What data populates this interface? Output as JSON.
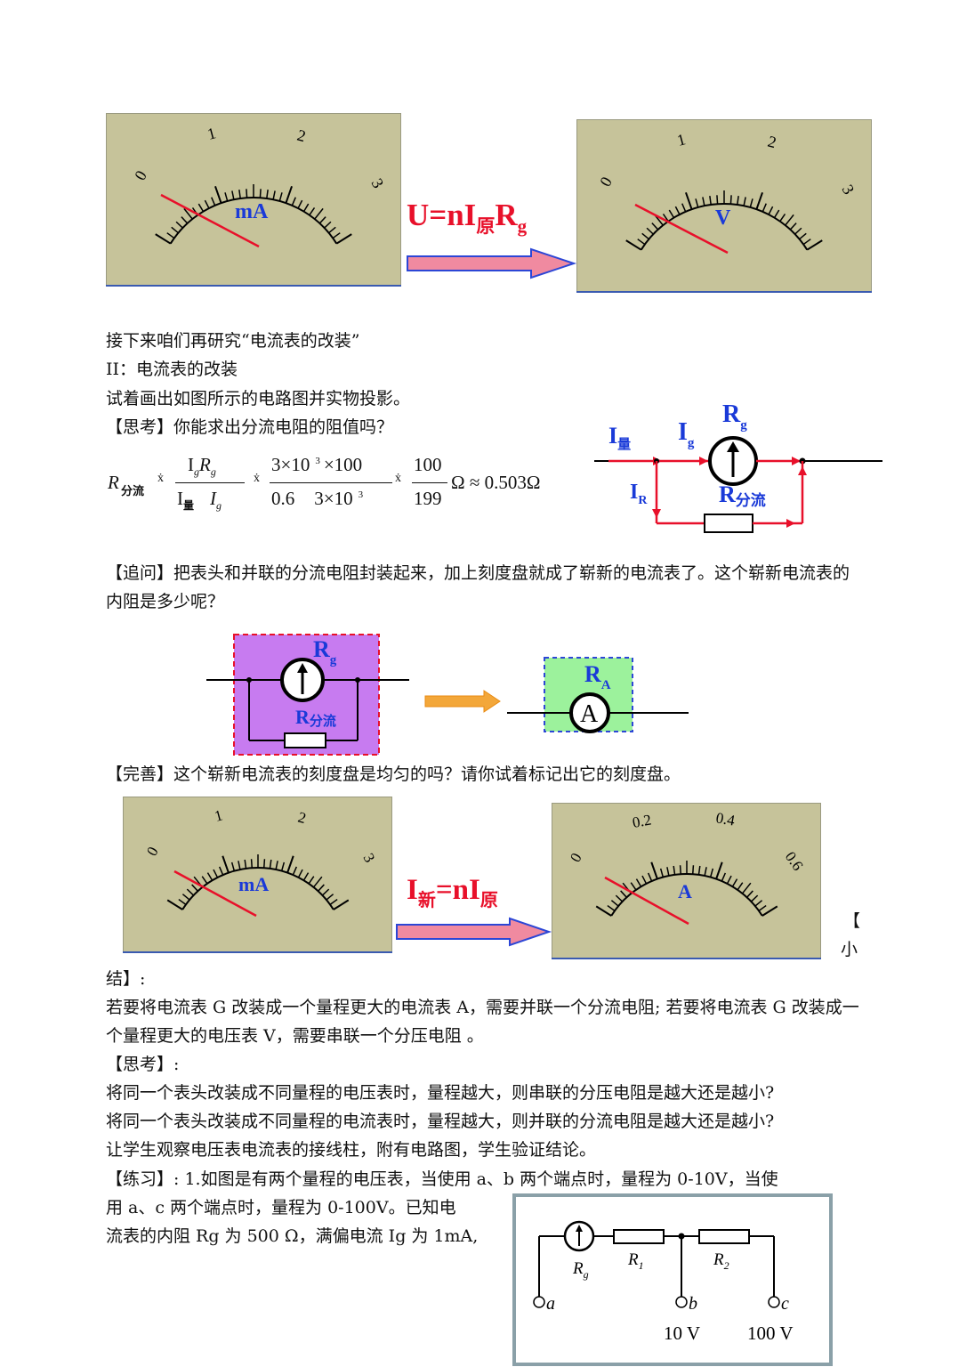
{
  "top": {
    "meter_left": {
      "unit": "mA",
      "ticks": [
        "0",
        "1",
        "2",
        "3"
      ]
    },
    "meter_right": {
      "unit": "V",
      "ticks": [
        "0",
        "1",
        "2",
        "3"
      ]
    },
    "formula": {
      "main": "U=nI",
      "sub1": "原",
      "mid": "R",
      "sub2": "g"
    }
  },
  "text": {
    "line1": "接下来咱们再研究“电流表的改装”",
    "line2": "II：电流表的改装",
    "line3": "试着画出如图所示的电路图并实物投影。",
    "line4": "【思考】你能求出分流电阻的阻值吗？",
    "followup": "【追问】把表头和并联的分流电阻封装起来，加上刻度盘就成了崭新的电流表了。这个崭新电流表的内阻是多少呢？",
    "perfect": "【完善】这个崭新电流表的刻度盘是均匀的吗？请你试着标记出它的刻度盘。",
    "summary_tag_a": "【",
    "summary_tag_b": "小",
    "summary_tag_c": "结】:",
    "summary": "若要将电流表 G 改装成一个量程更大的电流表 A，需要并联一个分流电阻; 若要将电流表 G 改装成一个量程更大的电压表 V，需要串联一个分压电阻  。",
    "think2": "【思考】:",
    "q1": "将同一个表头改装成不同量程的电压表时，量程越大，则串联的分压电阻是越大还是越小?",
    "q2": "将同一个表头改装成不同量程的电流表时，量程越大，则并联的分流电阻是越大还是越小?",
    "q3": "让学生观察电压表电流表的接线柱，附有电路图，学生验证结论。",
    "practice_a": "【练习】:   1.如图是有两个量程的电压表，当使用 a、b 两个端点时，量程为 0-10V，当使",
    "practice_b": "用 a、c 两个端点时，量程为 0-100V。已知电",
    "practice_c": "流表的内阻 Rg 为 500 Ω，满偏电流 Ig 为 1mA,"
  },
  "equation": {
    "lhs": "R",
    "lhs_sub": "分流",
    "f1_num": "I",
    "f1_num_sub": "g",
    "f1_num_r": "R",
    "f1_num_r_sub": "g",
    "f1_den_a": "I",
    "f1_den_a_sub": "量",
    "f1_den_b": "I",
    "f1_den_b_sub": "g",
    "f2_num": "3×10",
    "f2_num_exp": "3",
    "f2_num_tail": "×100",
    "f2_den": "0.6",
    "f2_den_tail": "3×10",
    "f2_den_exp": "3",
    "f3_num": "100",
    "f3_den": "199",
    "result": "Ω ≈ 0.503Ω",
    "sym": "ẋ"
  },
  "circuit1": {
    "I_total": "I",
    "I_total_sub": "量",
    "Ig": "I",
    "Ig_sub": "g",
    "Rg": "R",
    "Rg_sub": "g",
    "IR": "I",
    "IR_sub": "R",
    "Rshunt": "R",
    "Rshunt_sub": "分流"
  },
  "pack": {
    "Rg": "R",
    "Rg_sub": "g",
    "Rshunt": "R",
    "Rshunt_sub": "分流",
    "RA": "R",
    "RA_sub": "A",
    "ammeter": "A"
  },
  "bottom": {
    "meter_left": {
      "unit": "mA",
      "ticks": [
        "0",
        "1",
        "2",
        "3"
      ]
    },
    "meter_right": {
      "unit": "A",
      "ticks": [
        "0",
        "0.2",
        "0.4",
        "0.6"
      ]
    },
    "formula": {
      "main": "I",
      "sub1": "新",
      "mid": "=nI",
      "sub2": "原"
    }
  },
  "circuit2": {
    "Rg": "R",
    "Rg_sub": "g",
    "R1": "R",
    "R1_sub": "1",
    "R2": "R",
    "R2_sub": "2",
    "a": "a",
    "b": "b",
    "c": "c",
    "b_range": "10 V",
    "c_range": "100 V"
  },
  "colors": {
    "meter_bg": "#c6c39a",
    "needle": "#e8102a",
    "blue_text": "#1a3ad8",
    "red_text": "#e8102a",
    "arrow_fill": "#f08aa0",
    "arrow_edge": "#2c46d6",
    "purple": "#c77bf0",
    "green": "#9cf29c"
  }
}
